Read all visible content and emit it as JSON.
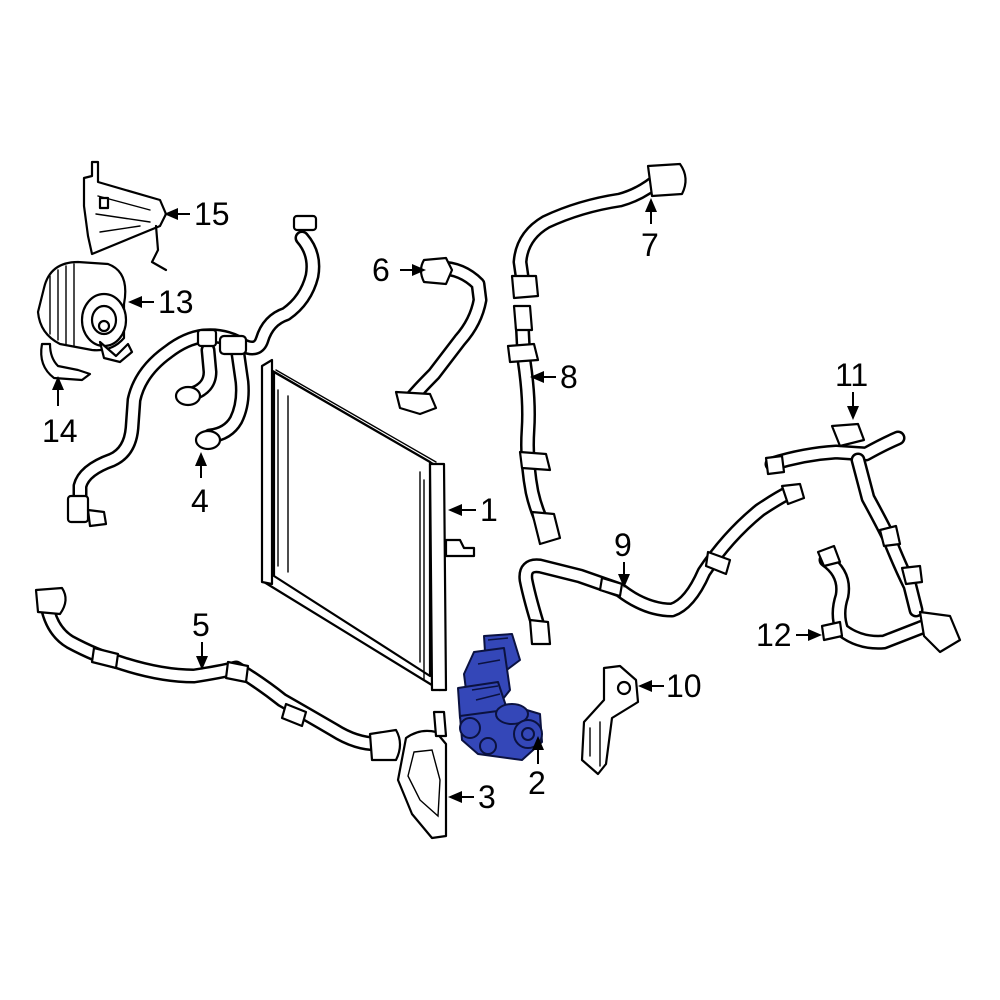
{
  "diagram": {
    "highlight_color": "#3447b8",
    "highlighted_part": "2",
    "callouts": [
      {
        "id": "c1",
        "label": "1"
      },
      {
        "id": "c2",
        "label": "2"
      },
      {
        "id": "c3",
        "label": "3"
      },
      {
        "id": "c4",
        "label": "4"
      },
      {
        "id": "c5",
        "label": "5"
      },
      {
        "id": "c6",
        "label": "6"
      },
      {
        "id": "c7",
        "label": "7"
      },
      {
        "id": "c8",
        "label": "8"
      },
      {
        "id": "c9",
        "label": "9"
      },
      {
        "id": "c10",
        "label": "10"
      },
      {
        "id": "c11",
        "label": "11"
      },
      {
        "id": "c12",
        "label": "12"
      },
      {
        "id": "c13",
        "label": "13"
      },
      {
        "id": "c14",
        "label": "14"
      },
      {
        "id": "c15",
        "label": "15"
      }
    ]
  }
}
